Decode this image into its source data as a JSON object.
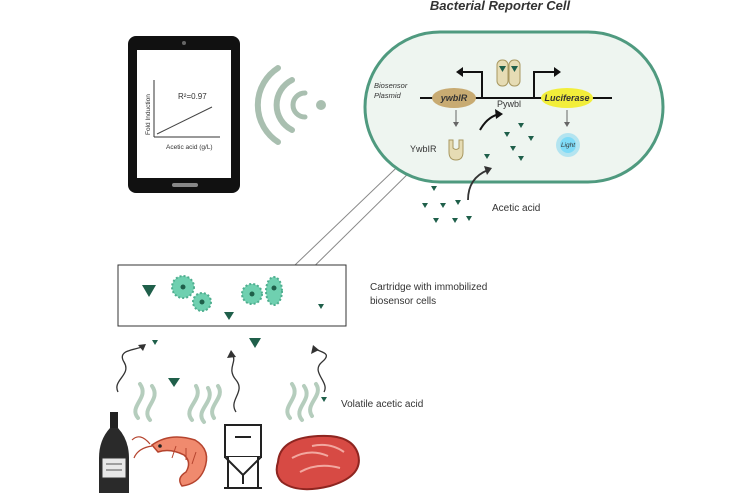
{
  "title": "Bacterial Reporter Cell",
  "phone": {
    "r2": "R²=0.97",
    "y_axis": "Fold Induction",
    "x_axis": "Acetic acid  (g/L)"
  },
  "cell": {
    "plasmid_line1": "Biosensor",
    "plasmid_line2": "Plasmid",
    "gene1": "ywbIR",
    "promoter": "Pywbl",
    "gene2": "Luciferase",
    "protein": "YwbIR",
    "light": "Light"
  },
  "labels": {
    "acetic": "Acetic acid",
    "cartridge_line1": "Cartridge with immobilized",
    "cartridge_line2": "biosensor cells",
    "volatile": "Volatile acetic acid"
  },
  "colors": {
    "cell_fill": "#eef5f0",
    "cell_stroke": "#4f9a7f",
    "triangle": "#1f5f4a",
    "bacteria": "#6fd0b0",
    "gene1": "#c8ab72",
    "gene2": "#f2ee3a",
    "light": "#46c6f0"
  }
}
